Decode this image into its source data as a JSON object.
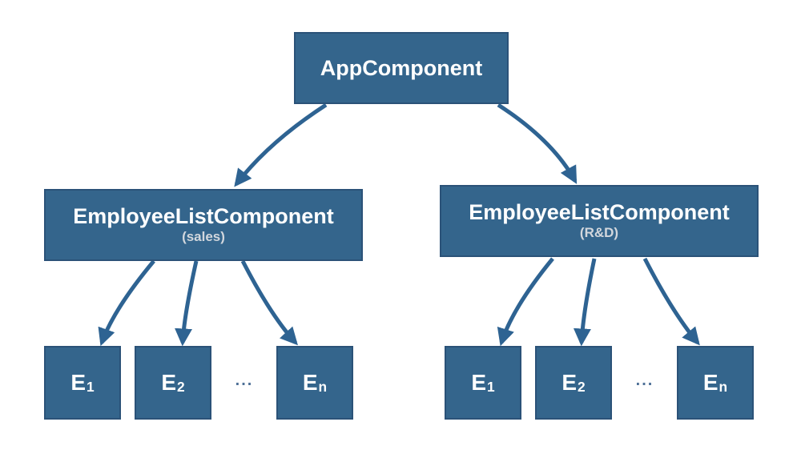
{
  "colors": {
    "box_fill": "#34658C",
    "box_border": "#2B5278",
    "arrow": "#2E6392",
    "title_text": "#FFFFFF",
    "subtitle_text": "#D2D7DD",
    "ellipsis": "#4E7097",
    "background": "#FFFFFF"
  },
  "diagram": {
    "root": {
      "title": "AppComponent"
    },
    "branches": [
      {
        "title": "EmployeeListComponent",
        "subtitle": "(sales)",
        "ellipsis": "...",
        "children": [
          {
            "base": "E",
            "sub": "1"
          },
          {
            "base": "E",
            "sub": "2"
          },
          {
            "base": "E",
            "sub": "n"
          }
        ]
      },
      {
        "title": "EmployeeListComponent",
        "subtitle": "(R&D)",
        "ellipsis": "...",
        "children": [
          {
            "base": "E",
            "sub": "1"
          },
          {
            "base": "E",
            "sub": "2"
          },
          {
            "base": "E",
            "sub": "n"
          }
        ]
      }
    ]
  }
}
